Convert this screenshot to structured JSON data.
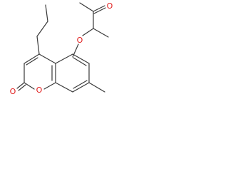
{
  "molecule": {
    "atoms": {
      "ketone_oxygen": "O",
      "ether_oxygen": "O",
      "ring_oxygen": "O",
      "carbonyl_oxygen": "O"
    },
    "colors": {
      "bond": "#3a3a3a",
      "oxygen": "#e01b1b"
    }
  }
}
